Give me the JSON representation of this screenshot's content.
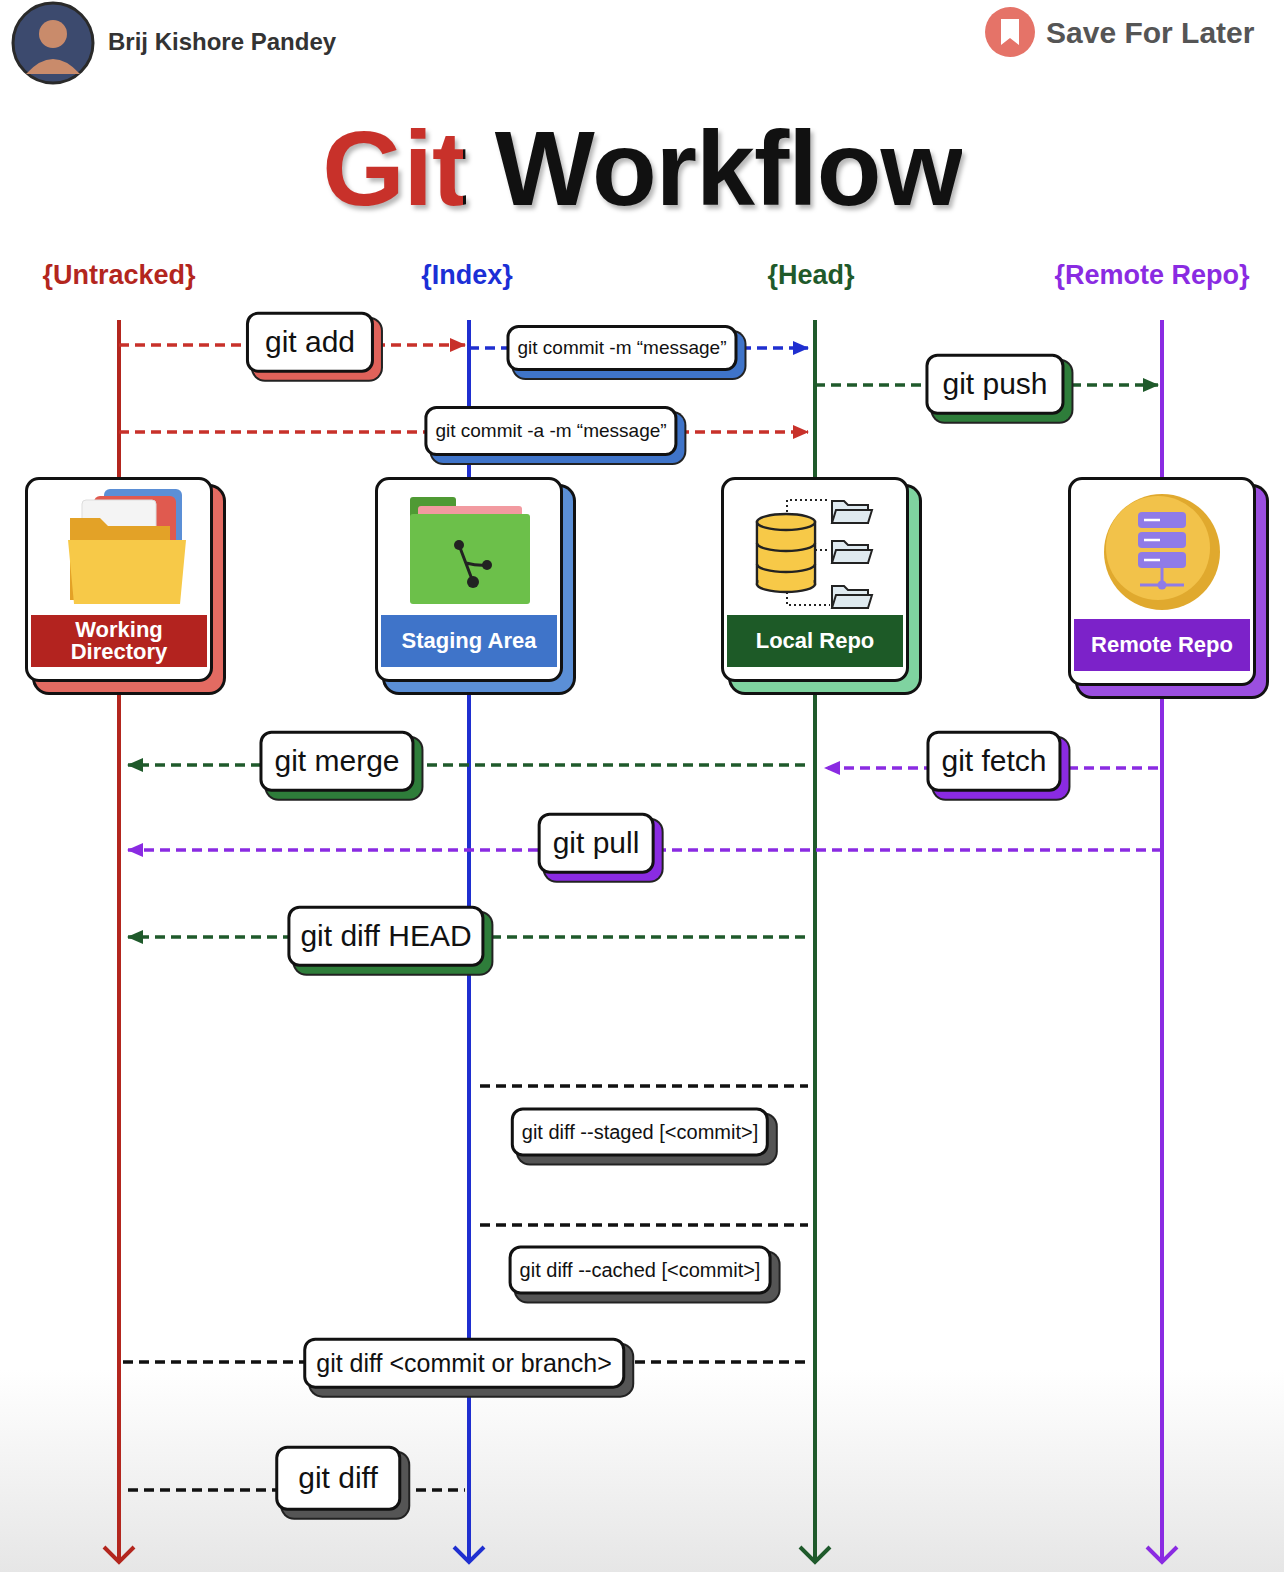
{
  "diagram": {
    "title": "Git Workflow",
    "nodes": [
      {
        "text": [
          "Working Directory"
        ]
      },
      {
        "text": [
          "Staging Area"
        ]
      },
      {
        "text": [
          "Local Repo"
        ]
      },
      {
        "text": [
          "Remote Repo"
        ]
      }
    ],
    "edges": [
      {
        "from": 0,
        "to": 1,
        "label": "git add",
        "arrow": "to"
      },
      {
        "from": 1,
        "to": 2,
        "label": "git commit -m “message”",
        "arrow": "to"
      },
      {
        "from": 2,
        "to": 3,
        "label": "git push",
        "arrow": "to"
      },
      {
        "from": 0,
        "to": 2,
        "label": "git commit -a -m “message”",
        "arrow": "to"
      },
      {
        "from": 2,
        "to": 0,
        "label": "git merge",
        "arrow": "to"
      },
      {
        "from": 3,
        "to": 2,
        "label": "git fetch",
        "arrow": "to"
      },
      {
        "from": 3,
        "to": 0,
        "label": "git pull",
        "arrow": "to"
      },
      {
        "from": 2,
        "to": 0,
        "label": "git diff HEAD",
        "arrow": "to"
      },
      {
        "from": 1,
        "to": 2,
        "label": "git diff --staged [<commit>]",
        "arrow": "none"
      },
      {
        "from": 1,
        "to": 2,
        "label": "git diff --cached [<commit>]",
        "arrow": "none"
      },
      {
        "from": 0,
        "to": 2,
        "label": "git diff <commit or branch>",
        "arrow": "none"
      },
      {
        "from": 0,
        "to": 1,
        "label": "git diff",
        "arrow": "none"
      }
    ],
    "labels": [
      "Brij Kishore Pandey",
      "Save For Later",
      "{Untracked}",
      "{Index}",
      "{Head}",
      "{Remote Repo}"
    ]
  }
}
